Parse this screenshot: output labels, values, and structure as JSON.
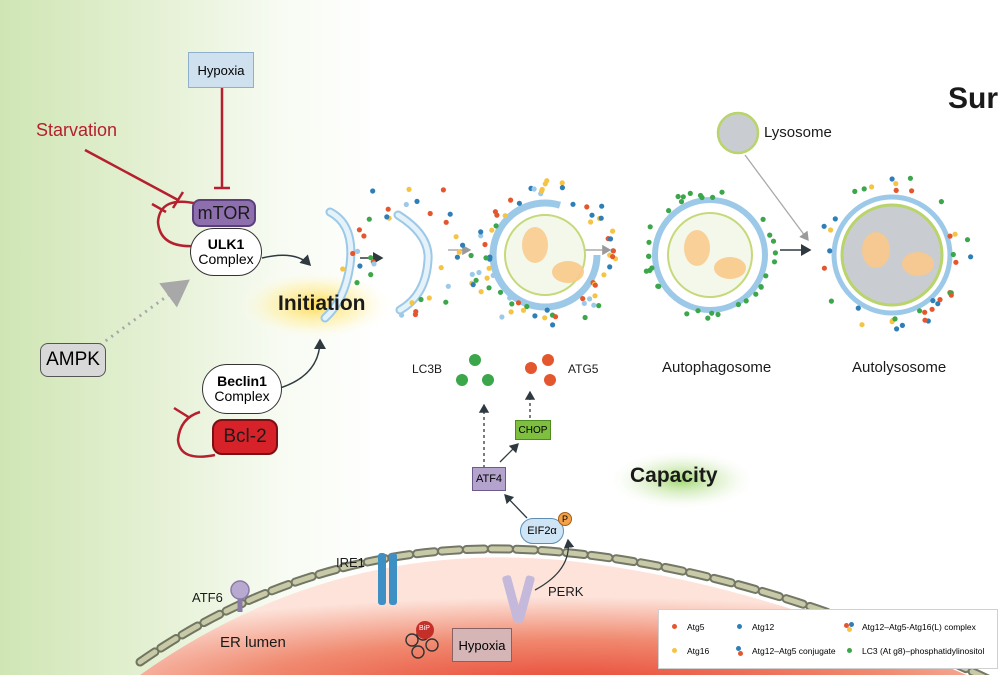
{
  "signals": {
    "hypoxia_top": "Hypoxia",
    "starvation": "Starvation",
    "ampk": "AMPK"
  },
  "complexes": {
    "mtor": "mTOR",
    "ulk1_title": "ULK1",
    "ulk1_sub": "Complex",
    "beclin_title": "Beclin1",
    "beclin_sub": "Complex",
    "bcl2": "Bcl-2"
  },
  "stages": {
    "initiation": "Initiation",
    "lysosome": "Lysosome",
    "autophagosome": "Autophagosome",
    "autolysosome": "Autolysosome",
    "title_partial": "Sur"
  },
  "markers": {
    "lc3b": "LC3B",
    "atg5": "ATG5",
    "chop": "CHOP",
    "atf4": "ATF4",
    "eif2a": "EIF2α",
    "phospho": "P",
    "capacity": "Capacity"
  },
  "er": {
    "atf6": "ATF6",
    "ire1": "IRE1",
    "perk": "PERK",
    "er_lumen": "ER lumen",
    "bip": "BiP",
    "hypoxia_er": "Hypoxia"
  },
  "legend": {
    "items": [
      {
        "label": "Atg5",
        "color": "#e4572e"
      },
      {
        "label": "Atg12",
        "color": "#2e7fb8"
      },
      {
        "label": "Atg12–Atg5-Atg16(L) complex",
        "color": "multi"
      },
      {
        "label": "Atg16",
        "color": "#f6c445"
      },
      {
        "label": "Atg12–Atg5 conjugate",
        "color": "pair"
      },
      {
        "label": "LC3 (At g8)–phosphatidylinositol",
        "color": "#3ba64a"
      }
    ]
  },
  "colors": {
    "inhibit_red": "#b5202e",
    "mtor_purple": "#8e6fae",
    "bcl2_red": "#d8222a",
    "er_red": "#e8533f",
    "chop_green": "#7fbf3f",
    "atf4_purple": "#b4a3cc",
    "membrane_blue": "#9cc9e8",
    "lysosome_gray": "#c9ccd1"
  }
}
